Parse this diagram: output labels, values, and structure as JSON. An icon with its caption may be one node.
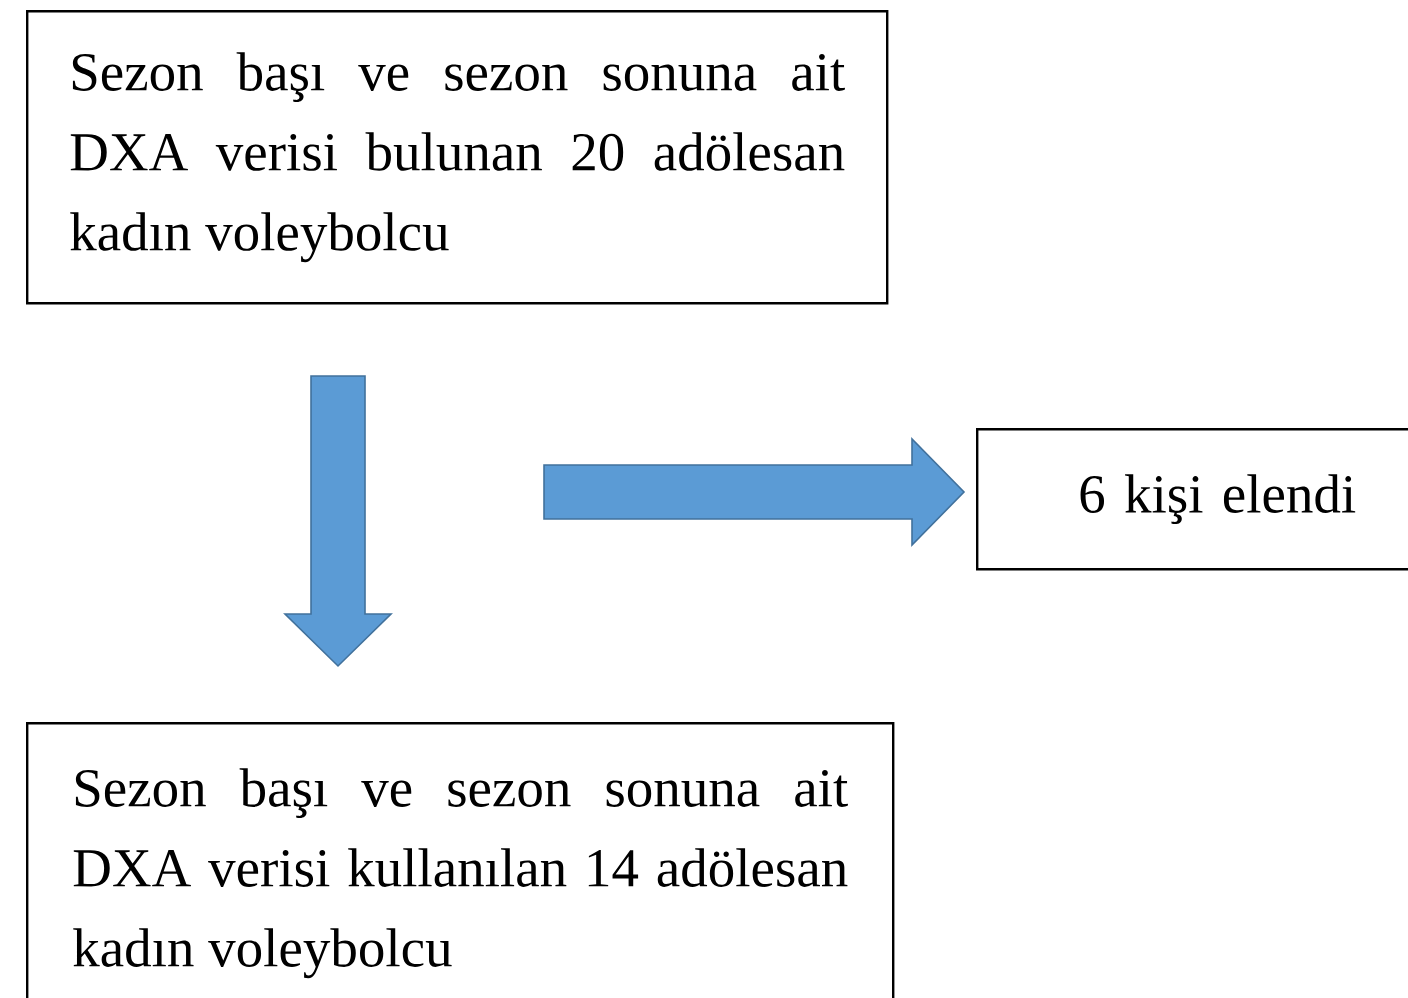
{
  "diagram": {
    "nodes": [
      {
        "text": [
          "Sezon başı ve sezon sonuna ait DXA verisi bulunan 20 adölesan kadın voleybolcu"
        ]
      },
      {
        "text": [
          "6 kişi elendi"
        ]
      },
      {
        "text": [
          "Sezon başı ve sezon sonuna ait DXA verisi kullanılan 14 adölesan kadın voleybolcu"
        ]
      }
    ],
    "edges": [
      {
        "from": 0,
        "to": 2,
        "arrow": "to"
      },
      {
        "from": null,
        "to": 1,
        "arrow": "to"
      }
    ]
  }
}
